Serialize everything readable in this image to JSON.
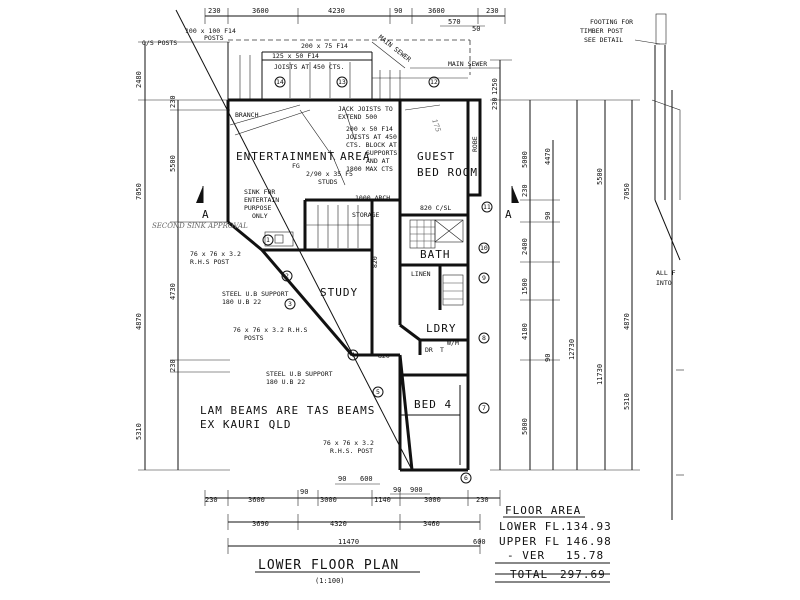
{
  "rooms": {
    "entertainment": "ENTERTAINMENT",
    "area": "AREA",
    "guest_1": "GUEST",
    "guest_2": "BED ROOM",
    "study": "STUDY",
    "bath": "BATH",
    "ldry": "LDRY",
    "bed4": "BED 4",
    "storage": "STORAGE",
    "robe": "ROBE",
    "linen": "LINEN"
  },
  "notes": {
    "footing_1": "FOOTING FOR",
    "footing_2": "TIMBER POST",
    "footing_3": "SEE DETAIL",
    "posts_1": "100 x 100 F14",
    "posts_2": "POSTS",
    "os_posts": "O/S POSTS",
    "beam_1": "200 x 75 F14",
    "joist_1": "125 x 50 F14",
    "joist_2": "JOISTS AT 450 CTS.",
    "main_sewer_diag": "MAIN SEWER",
    "main_sewer": "MAIN SEWER",
    "branch": "BRANCH",
    "jack_1": "JACK JOISTS TO",
    "jack_2": "EXTEND 500",
    "block_1": "200 x 50 F14",
    "block_2": "JOISTS AT 450",
    "block_3": "CTS. BLOCK AT",
    "block_4": "SUPPORTS",
    "block_5": "AND AT",
    "block_6": "1800 MAX CTS",
    "studs_1": "2/90 x 35 F5",
    "studs_2": "STUDS",
    "sink_1": "SINK FOR",
    "sink_2": "ENTERTAIN",
    "sink_3": "PURPOSE",
    "sink_4": "ONLY",
    "arch": "1000 ARCH",
    "rhs_1a": "76 x 76 x 3.2",
    "rhs_1b": "R.H.S POST",
    "steel_1a": "STEEL U.B SUPPORT",
    "steel_1b": "180 U.B 22",
    "rhs_2a": "76 x 76 x 3.2 R.H.S",
    "rhs_2b": "POSTS",
    "steel_2a": "STEEL U.B SUPPORT",
    "steel_2b": "180 U.B 22",
    "rhs_3a": "76 x 76 x 3.2",
    "rhs_3b": "R.H.S. POST",
    "lam_1": "LAM BEAMS ARE TAS BEAMS",
    "lam_2": "EX KAURI QLD",
    "door_820_sl": "820 C/SL",
    "door_820": "820",
    "door_820_b": "820",
    "dr": "DR",
    "wm": "W/M",
    "tr": "T",
    "fg": "FG",
    "all_f": "ALL F",
    "into": "INTO",
    "second_sink": "SECOND SINK APPROVAL",
    "hand_175": "175"
  },
  "dims": {
    "top": [
      "230",
      "3600",
      "4230",
      "90",
      "3600",
      "230"
    ],
    "top_small": [
      "570",
      "50"
    ],
    "left": [
      "2480",
      "230",
      "5500",
      "7050",
      "4730",
      "4870",
      "230",
      "5310"
    ],
    "right": [
      "1250",
      "230",
      "5000",
      "4470",
      "230",
      "90",
      "2400",
      "1500",
      "4100",
      "90",
      "5000",
      "5500",
      "7050",
      "12730",
      "11730",
      "4870",
      "5310"
    ],
    "bottom_1": [
      "230",
      "3600",
      "90",
      "3000",
      "1140",
      "3000",
      "230"
    ],
    "bottom_small": [
      "90",
      "600",
      "90",
      "900"
    ],
    "bottom_2": [
      "3690",
      "4320",
      "3460"
    ],
    "bottom_total": "11470",
    "side_600": "600"
  },
  "markers": {
    "section_a": "A",
    "post_numbers": [
      "1",
      "2",
      "3",
      "4",
      "5",
      "6",
      "7",
      "8",
      "9",
      "10",
      "11",
      "12",
      "13",
      "14"
    ]
  },
  "floor_area": {
    "heading": "FLOOR AREA",
    "lower_label": "LOWER FL.",
    "lower_value": "134.93",
    "upper_label": "UPPER FL",
    "upper_value": "146.98",
    "ver_label": "- VER",
    "ver_value": "15.78",
    "total_label": "TOTAL",
    "total_value": "297.69"
  },
  "title": {
    "main": "LOWER FLOOR PLAN",
    "scale": "(1:100)"
  }
}
